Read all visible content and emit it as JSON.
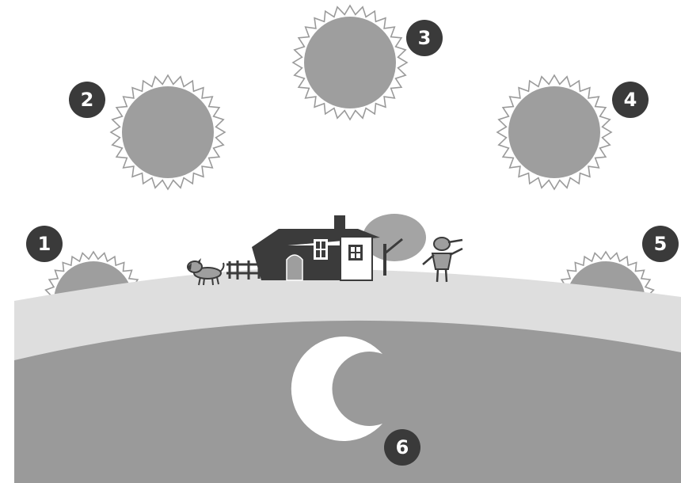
{
  "colors": {
    "background": "#ffffff",
    "sun_fill": "#9e9e9e",
    "sun_rays": "#9a9a9a",
    "badge_fill": "#3a3a3a",
    "badge_text": "#ffffff",
    "hill_light": "#dedede",
    "ground_dark": "#9a9a9a",
    "moon": "#ffffff",
    "house_dark": "#3b3b3b",
    "house_wall": "#ffffff",
    "tree_crown": "#a4a4a4"
  },
  "sun_positions": [
    {
      "id": "1",
      "label": "1",
      "phase": "sunrise",
      "icon": "sun-icon"
    },
    {
      "id": "2",
      "label": "2",
      "phase": "morning",
      "icon": "sun-icon"
    },
    {
      "id": "3",
      "label": "3",
      "phase": "noon",
      "icon": "sun-icon"
    },
    {
      "id": "4",
      "label": "4",
      "phase": "afternoon",
      "icon": "sun-icon"
    },
    {
      "id": "5",
      "label": "5",
      "phase": "sunset",
      "icon": "sun-icon"
    }
  ],
  "moon": {
    "label": "6",
    "icon": "crescent-moon-icon"
  },
  "scene_icons": [
    "house-icon",
    "dog-icon",
    "fence-icon",
    "tree-icon",
    "person-icon"
  ]
}
